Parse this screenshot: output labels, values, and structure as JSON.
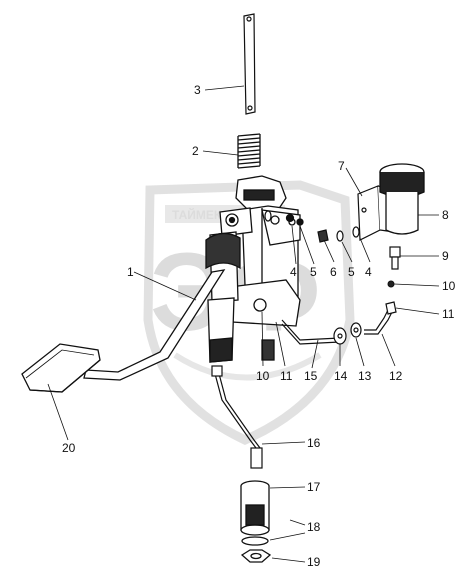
{
  "watermark": {
    "brand": "ТАЙМЕКС",
    "monogram": "ЭФ",
    "color": "#d8d8d8"
  },
  "callouts": [
    {
      "id": "c1",
      "label": "1"
    },
    {
      "id": "c2",
      "label": "2"
    },
    {
      "id": "c3",
      "label": "3"
    },
    {
      "id": "c4a",
      "label": "4"
    },
    {
      "id": "c4b",
      "label": "4"
    },
    {
      "id": "c5a",
      "label": "5"
    },
    {
      "id": "c5b",
      "label": "5"
    },
    {
      "id": "c6",
      "label": "6"
    },
    {
      "id": "c7",
      "label": "7"
    },
    {
      "id": "c8",
      "label": "8"
    },
    {
      "id": "c9",
      "label": "9"
    },
    {
      "id": "c10a",
      "label": "10"
    },
    {
      "id": "c10b",
      "label": "10"
    },
    {
      "id": "c11a",
      "label": "11"
    },
    {
      "id": "c11b",
      "label": "11"
    },
    {
      "id": "c12",
      "label": "12"
    },
    {
      "id": "c13",
      "label": "13"
    },
    {
      "id": "c14",
      "label": "14"
    },
    {
      "id": "c15",
      "label": "15"
    },
    {
      "id": "c16",
      "label": "16"
    },
    {
      "id": "c17",
      "label": "17"
    },
    {
      "id": "c18",
      "label": "18"
    },
    {
      "id": "c19",
      "label": "19"
    },
    {
      "id": "c20",
      "label": "20"
    }
  ]
}
